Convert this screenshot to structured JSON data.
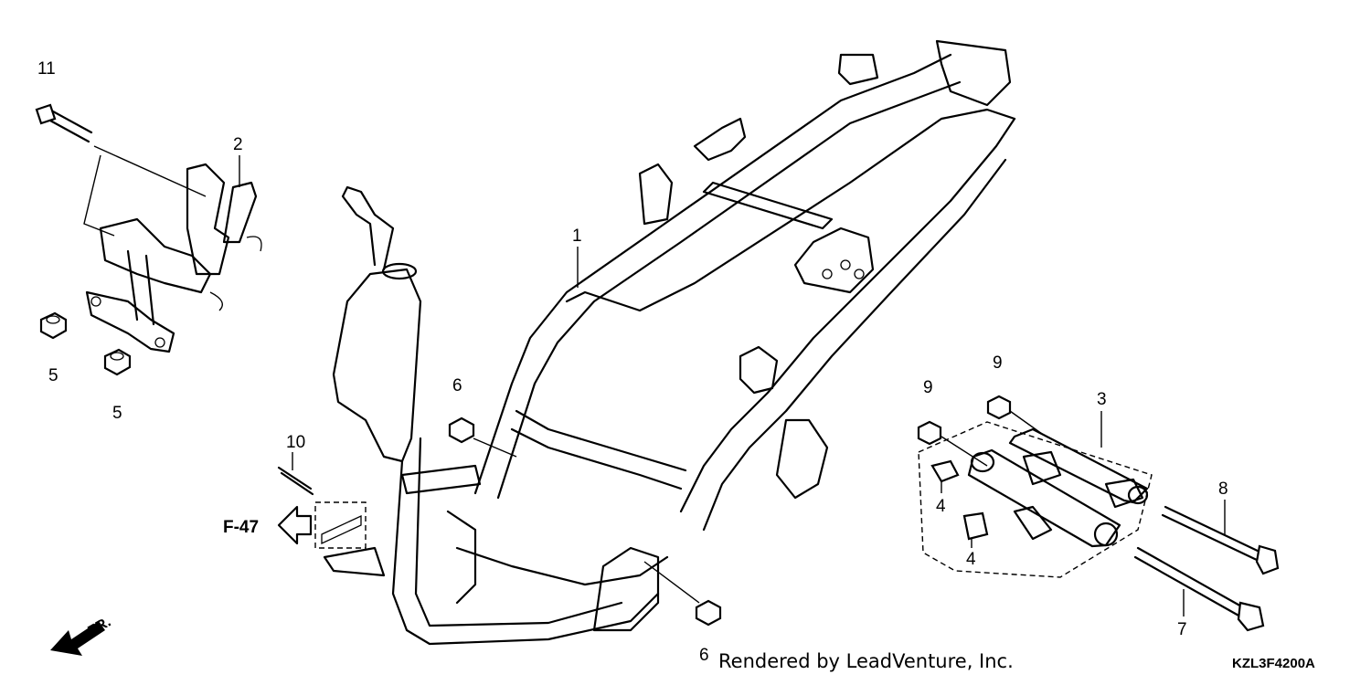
{
  "diagram": {
    "callouts": [
      {
        "id": "c1",
        "label": "1"
      },
      {
        "id": "c2",
        "label": "2"
      },
      {
        "id": "c3",
        "label": "3"
      },
      {
        "id": "c4a",
        "label": "4"
      },
      {
        "id": "c4b",
        "label": "4"
      },
      {
        "id": "c5a",
        "label": "5"
      },
      {
        "id": "c5b",
        "label": "5"
      },
      {
        "id": "c6a",
        "label": "6"
      },
      {
        "id": "c6b",
        "label": "6"
      },
      {
        "id": "c7",
        "label": "7"
      },
      {
        "id": "c8",
        "label": "8"
      },
      {
        "id": "c9a",
        "label": "9"
      },
      {
        "id": "c9b",
        "label": "9"
      },
      {
        "id": "c10",
        "label": "10"
      },
      {
        "id": "c11",
        "label": "11"
      }
    ],
    "reference_label": "F-47",
    "direction_label": "FR.",
    "credit": "Rendered by LeadVenture, Inc.",
    "diagram_code": "KZL3F4200A"
  }
}
